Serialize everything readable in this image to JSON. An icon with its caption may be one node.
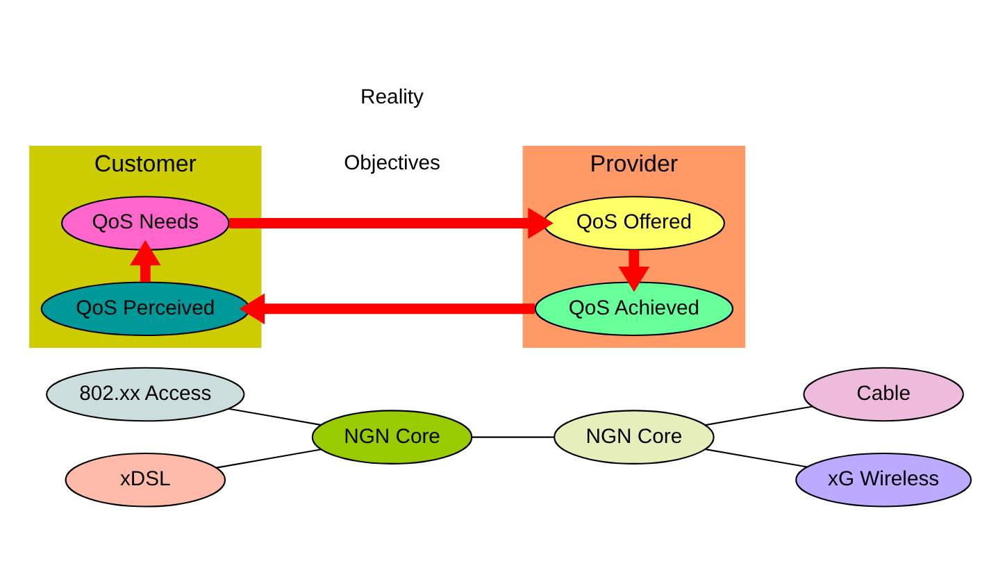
{
  "diagram": {
    "nodes": [
      {
        "text": [
          "Customer"
        ]
      },
      {
        "text": [
          "Provider"
        ]
      },
      {
        "text": [
          "QoS Needs"
        ],
        "in": 0
      },
      {
        "text": [
          "QoS Offered"
        ],
        "in": 1
      },
      {
        "text": [
          "QoS Perceived"
        ],
        "in": 0
      },
      {
        "text": [
          "QoS Achieved"
        ],
        "in": 1
      },
      {
        "text": [
          "802.xx Access"
        ]
      },
      {
        "text": [
          "xDSL"
        ]
      },
      {
        "text": [
          "NGN Core"
        ]
      },
      {
        "text": [
          "NGN Core"
        ]
      },
      {
        "text": [
          "Cable"
        ]
      },
      {
        "text": [
          "xG Wireless"
        ]
      }
    ],
    "edges": [
      {
        "from": 2,
        "to": 3,
        "arrow": "to",
        "style": "thick",
        "color": "#ff0000"
      },
      {
        "from": 3,
        "to": 5,
        "arrow": "to",
        "style": "thick",
        "color": "#ff0000"
      },
      {
        "from": 5,
        "to": 4,
        "arrow": "to",
        "style": "thick",
        "color": "#ff0000"
      },
      {
        "from": 4,
        "to": 2,
        "arrow": "to",
        "style": "thick",
        "color": "#ff0000"
      },
      {
        "from": 6,
        "to": 8,
        "arrow": "none"
      },
      {
        "from": 7,
        "to": 8,
        "arrow": "none"
      },
      {
        "from": 8,
        "to": 9,
        "arrow": "none"
      },
      {
        "from": 9,
        "to": 10,
        "arrow": "none"
      },
      {
        "from": 9,
        "to": 11,
        "arrow": "none"
      }
    ],
    "labels": [
      "Objectives",
      "Reality"
    ]
  }
}
